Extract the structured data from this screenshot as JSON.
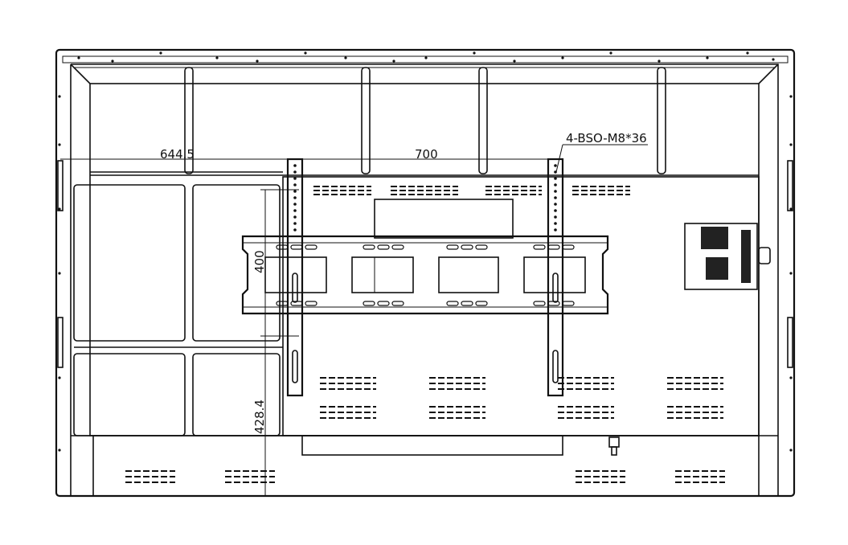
{
  "drawing": {
    "dimensions": {
      "left_offset": "644.5",
      "hole_spacing_h": "700",
      "hole_spacing_v": "400",
      "bottom_height": "428.4"
    },
    "callout": "4-BSO-M8*36"
  }
}
